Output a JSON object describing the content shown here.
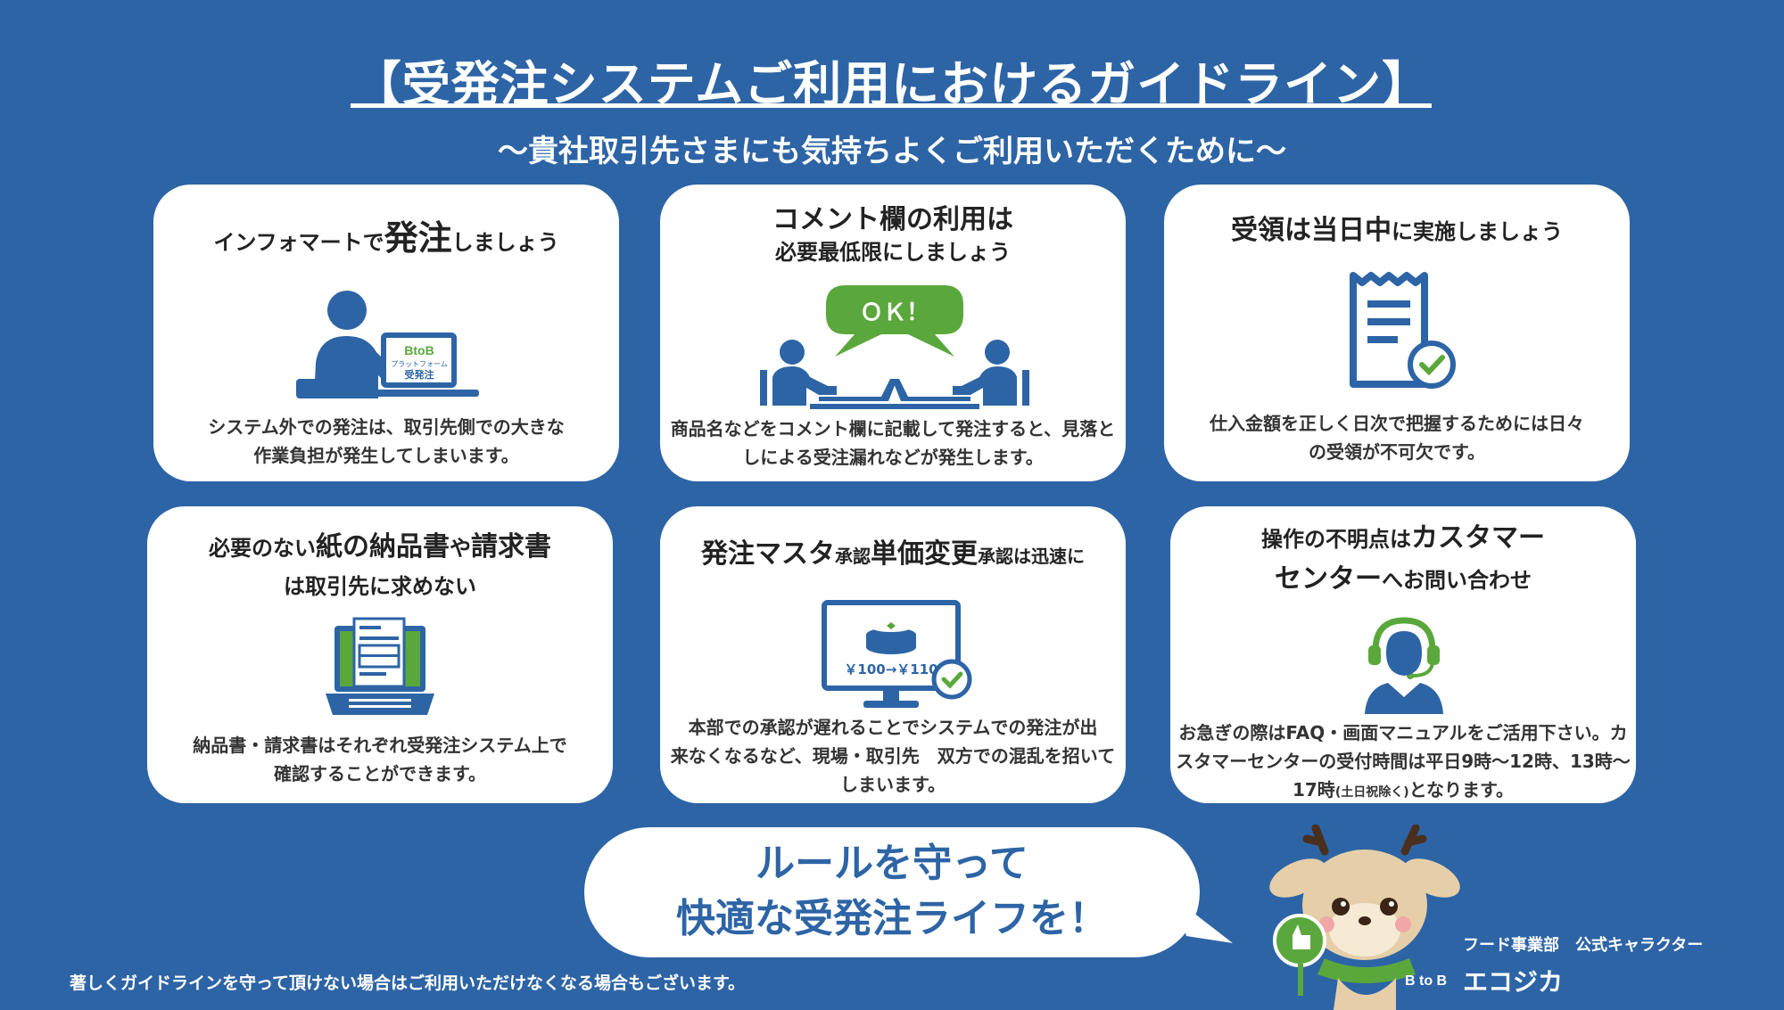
{
  "page": {
    "title": "【受発注システムご利用におけるガイドライン】",
    "subtitle": "〜貴社取引先さまにも気持ちよくご利用いただくために〜",
    "colors": {
      "background": "#2d64a5",
      "card": "#ffffff",
      "accent_green": "#5aa83c"
    }
  },
  "cards": {
    "c1": {
      "head_a": "インフォマートで",
      "head_b": "発注",
      "head_c": "しましょう",
      "body_1": "システム外での発注は、取引先側での大きな",
      "body_2": "作業負担が発生してしまいます。",
      "icon": "person-laptop-icon",
      "screen_1": "BtoB",
      "screen_2": "プラットフォーム",
      "screen_3": "受発注"
    },
    "c2": {
      "head_1": "コメント欄の利用は",
      "head_2": "必要最低限にしましょう",
      "bubble": "ＯＫ！",
      "body_1": "商品名などをコメント欄に記載して発注すると、見落と",
      "body_2": "しによる受注漏れなどが発生します。",
      "icon": "two-people-talking-icon"
    },
    "c3": {
      "head_a": "受領は当日中",
      "head_b": "に実施しましょう",
      "body_1": "仕入金額を正しく日次で把握するためには日々",
      "body_2": "の受領が不可欠です。",
      "icon": "receipt-check-icon"
    },
    "c4": {
      "head_a": "必要のない",
      "head_b": "紙の納品書",
      "head_c": "や",
      "head_d": "請求書",
      "head_2": "は取引先に求めない",
      "body_1": "納品書・請求書はそれぞれ受発注システム上で",
      "body_2": "確認することができます。",
      "icon": "laptop-document-icon"
    },
    "c5": {
      "head_a": "発注マスタ",
      "head_b": "承認",
      "head_c": "単価変更",
      "head_d": "承認は迅速に",
      "screen_label": "￥100→￥110",
      "body_1": "本部での承認が遅れることでシステムでの発注が出",
      "body_2": "来なくなるなど、現場・取引先　双方での混乱を招いて",
      "body_3": "しまいます。",
      "icon": "monitor-price-icon"
    },
    "c6": {
      "head_a": "操作の不明点は",
      "head_b": "カスタマー",
      "head_c": "センター",
      "head_d": "へお問い合わせ",
      "body_1": "お急ぎの際はFAQ・画面マニュアルをご活用下さい。カ",
      "body_2": "スタマーセンターの受付時間は平日9時〜12時、13時〜",
      "body_3a": "17時",
      "body_3b": "(土日祝除く)",
      "body_3c": "となります。",
      "icon": "headset-operator-icon"
    }
  },
  "footer": {
    "speech_1": "ルールを守って",
    "speech_2": "快適な受発注ライフを！",
    "note": "著しくガイドラインを守って頂けない場合はご利用いただけなくなる場合もございます。",
    "mascot_role": "フード事業部　公式キャラクター",
    "mascot_name": "エコジカ",
    "mascot_badge": "B to B"
  }
}
